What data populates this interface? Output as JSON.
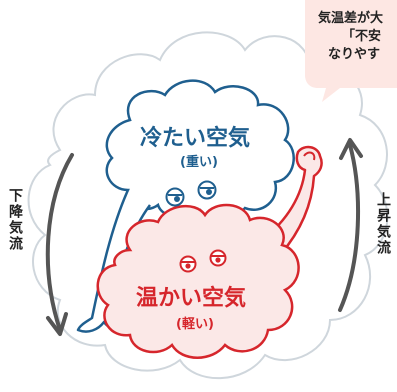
{
  "callout": {
    "lines": [
      "気温差が大",
      "「不安",
      "なりやす"
    ]
  },
  "cold_air": {
    "title": "冷たい空気",
    "subtitle": "(重い)"
  },
  "warm_air": {
    "title": "温かい空気",
    "subtitle": "(軽い)"
  },
  "flows": {
    "down_label": "下降気流",
    "up_label": "上昇気流"
  },
  "colors": {
    "cold": "#1f5f8f",
    "warm": "#d6262c",
    "warm_fill": "#fbe8e7",
    "cold_fill": "#ffffff",
    "arrow": "#555555",
    "bubble": "#fde7e3"
  }
}
